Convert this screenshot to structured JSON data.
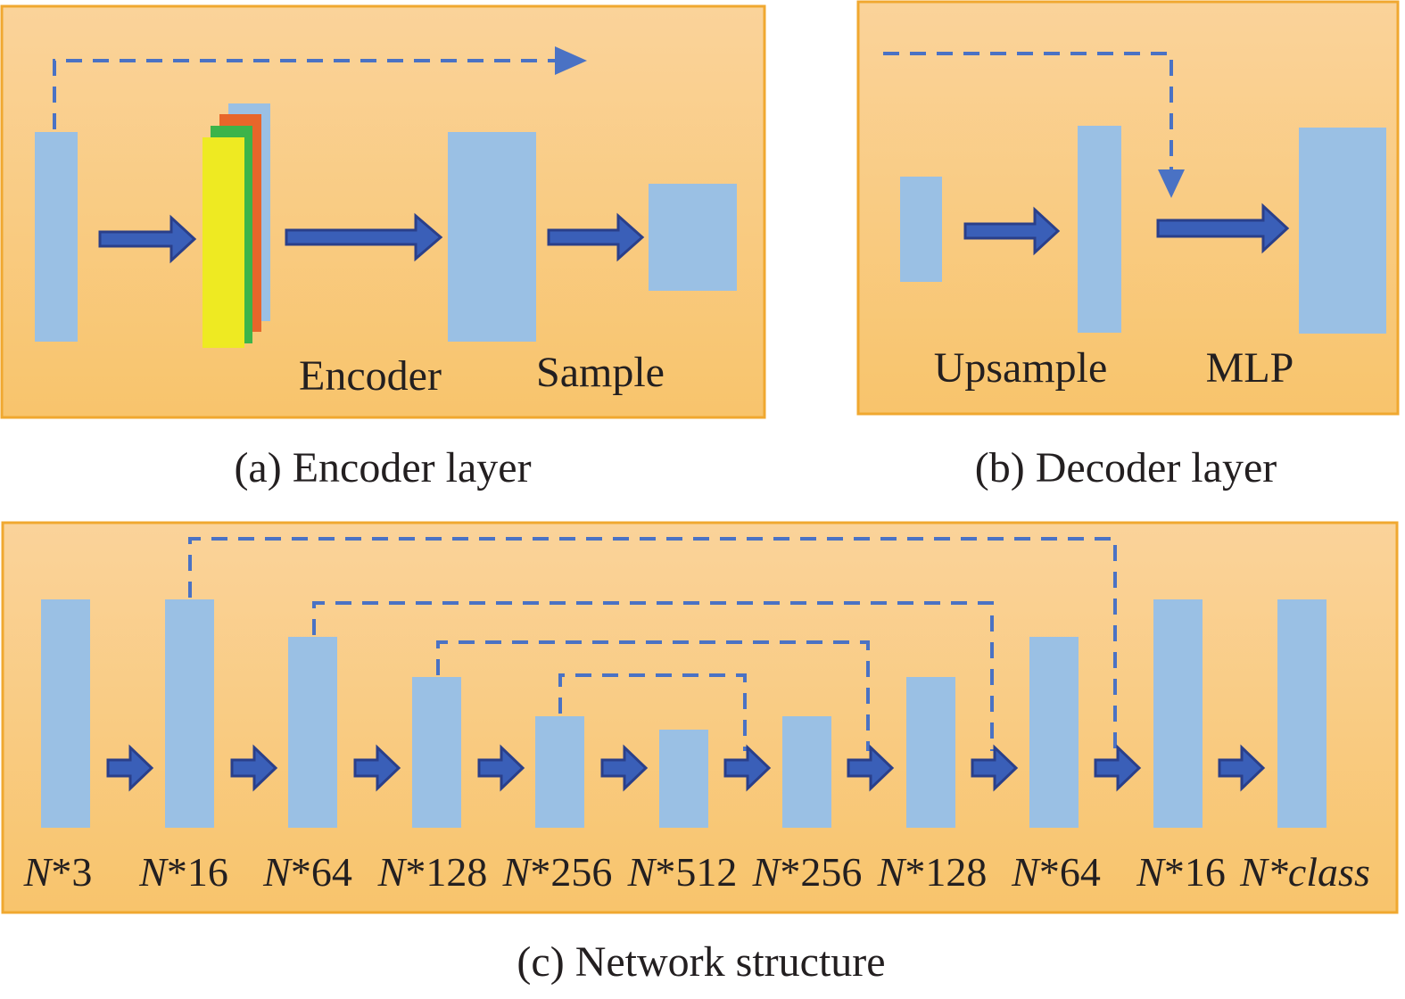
{
  "panels": {
    "encoder": {
      "caption": "(a) Encoder layer",
      "labels": [
        "Encoder",
        "Sample"
      ]
    },
    "decoder": {
      "caption": "(b) Decoder layer",
      "labels": [
        "Upsample",
        "MLP"
      ]
    },
    "network": {
      "caption": "(c) Network structure",
      "layers": [
        {
          "prefix": "N",
          "suffix": "*3"
        },
        {
          "prefix": "N",
          "suffix": "*16"
        },
        {
          "prefix": "N",
          "suffix": "*64"
        },
        {
          "prefix": "N",
          "suffix": "*128"
        },
        {
          "prefix": "N",
          "suffix": "*256"
        },
        {
          "prefix": "N",
          "suffix": "*512"
        },
        {
          "prefix": "N",
          "suffix": "*256"
        },
        {
          "prefix": "N",
          "suffix": "*128"
        },
        {
          "prefix": "N",
          "suffix": "*64"
        },
        {
          "prefix": "N",
          "suffix": "*16"
        },
        {
          "prefix": "N",
          "suffix": "*class"
        }
      ]
    }
  },
  "colors": {
    "panel_top": "#fad39a",
    "panel_bottom": "#f8c46c",
    "panel_border": "#f0a830",
    "block": "#9ac0e4",
    "arrow_fill": "#3a5fb8",
    "arrow_stroke": "#2a3f8a",
    "dashed_link": "#4a72c4",
    "feature_yellow": "#eeea22",
    "feature_green": "#3cb44a",
    "feature_orange": "#e8662a",
    "text": "#231f20"
  }
}
